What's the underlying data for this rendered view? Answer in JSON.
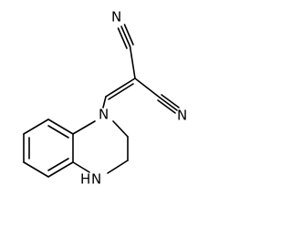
{
  "molecule": {
    "atoms": {
      "nitrile_top": "N",
      "nitrile_right": "N",
      "ring_n_tertiary": "N",
      "ring_nh": "N",
      "ring_nh_h": "H"
    }
  },
  "colors": {
    "bond": "#000000",
    "label": "#000000",
    "background": "#ffffff"
  }
}
